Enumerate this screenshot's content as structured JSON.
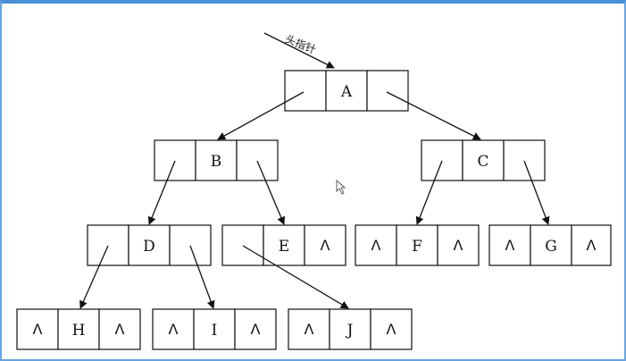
{
  "head_pointer_label": "头指针",
  "null_symbol": "Λ",
  "nodes": {
    "A": {
      "label": "A"
    },
    "B": {
      "label": "B"
    },
    "C": {
      "label": "C"
    },
    "D": {
      "label": "D"
    },
    "E": {
      "label": "E"
    },
    "F": {
      "label": "F"
    },
    "G": {
      "label": "G"
    },
    "H": {
      "label": "H"
    },
    "I": {
      "label": "I"
    },
    "J": {
      "label": "J"
    }
  },
  "edges": [
    {
      "from": "A",
      "to": "B"
    },
    {
      "from": "A",
      "to": "C"
    },
    {
      "from": "B",
      "to": "D"
    },
    {
      "from": "B",
      "to": "E"
    },
    {
      "from": "C",
      "to": "F"
    },
    {
      "from": "C",
      "to": "G"
    },
    {
      "from": "D",
      "to": "H"
    },
    {
      "from": "D",
      "to": "I"
    },
    {
      "from": "E",
      "to": "J"
    }
  ]
}
